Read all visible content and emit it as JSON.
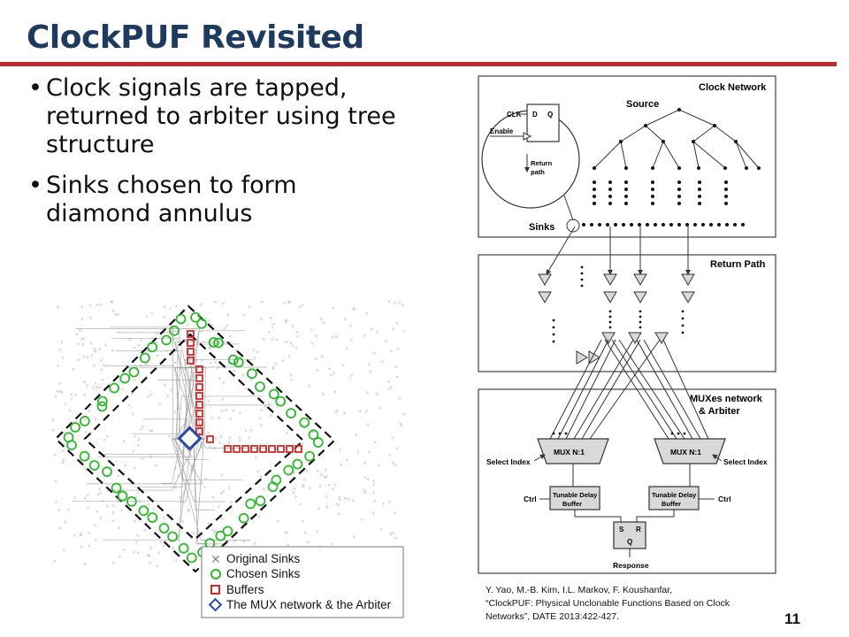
{
  "slide": {
    "title": "ClockPUF Revisited",
    "bullets": [
      "Clock signals are tapped, returned to arbiter using tree structure",
      "Sinks chosen to form diamond annulus"
    ],
    "page_number": "11",
    "citation": {
      "line1": "Y. Yao, M.-B. Kim, I.L. Markov, F. Koushanfar,",
      "line2": "“ClockPUF: Physical Unclonable Functions Based on Clock",
      "line3": "Networks”, DATE 2013:422-427."
    }
  },
  "colors": {
    "title": "#1f3a5f",
    "rule": "#c0282d",
    "chosen_sink": "#2eb82e",
    "buffer": "#d62828",
    "mux": "#2b4aa8"
  },
  "placement_figure": {
    "legend": [
      {
        "icon": "gray-x-icon",
        "label": "Original Sinks"
      },
      {
        "icon": "green-circle-icon",
        "label": "Chosen Sinks"
      },
      {
        "icon": "red-square-icon",
        "label": "Buffers"
      },
      {
        "icon": "blue-diamond-icon",
        "label": "The MUX network & the Arbiter"
      }
    ]
  },
  "block_diagram": {
    "clock_network": {
      "title": "Clock Network",
      "source": "Source",
      "sinks": "Sinks",
      "flipflop": {
        "clk": "CLK",
        "d": "D",
        "q": "Q",
        "enable": "Enable",
        "return_path": "Return path"
      }
    },
    "return_path": {
      "title": "Return Path"
    },
    "mux_network": {
      "title": "MUXes network & Arbiter",
      "mux_left": "MUX N:1",
      "mux_right": "MUX N:1",
      "select_left": "Select Index",
      "select_right": "Select Index",
      "delay_left": "Tunable Delay Buffer",
      "delay_right": "Tunable Delay Buffer",
      "ctrl_left": "Ctrl",
      "ctrl_right": "Ctrl",
      "latch": {
        "s": "S",
        "r": "R",
        "q": "Q"
      },
      "response": "Response"
    }
  }
}
